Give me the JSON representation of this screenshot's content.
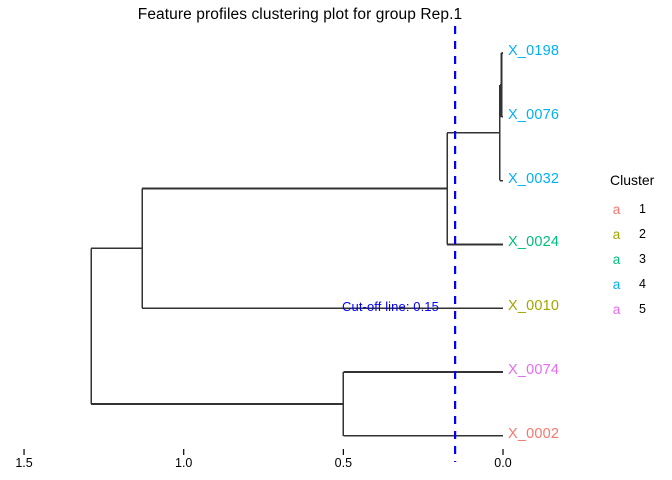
{
  "title": "Feature profiles clustering plot for group Rep.1",
  "cutoff": {
    "label": "Cut-off line: 0.15",
    "value": 0.15,
    "color": "#0000FF"
  },
  "axis": {
    "ticks": [
      "1.5",
      "1.0",
      "0.5",
      "0.0"
    ],
    "tick_values": [
      1.5,
      1.0,
      0.5,
      0.0
    ],
    "min": 0.0,
    "max": 1.5,
    "direction": "reversed"
  },
  "legend": {
    "title": "Cluster",
    "key_glyph": "a",
    "items": [
      {
        "label": "1",
        "color": "#F8766D"
      },
      {
        "label": "2",
        "color": "#A3A500"
      },
      {
        "label": "3",
        "color": "#00BF7D"
      },
      {
        "label": "4",
        "color": "#00B0F6"
      },
      {
        "label": "5",
        "color": "#E76BF3"
      }
    ]
  },
  "chart_data": {
    "type": "dendrogram",
    "title": "Feature profiles clustering plot for group Rep.1",
    "xlabel": "",
    "ylabel": "",
    "xlim": [
      1.5,
      0.0
    ],
    "orientation": "horizontal-right-leaves",
    "grid": false,
    "legend_position": "right",
    "cutoff_height": 0.15,
    "leaves": [
      {
        "label": "X_0198",
        "cluster": 4,
        "color": "#00B0F6",
        "order": 1
      },
      {
        "label": "X_0076",
        "cluster": 4,
        "color": "#00B0F6",
        "order": 2
      },
      {
        "label": "X_0032",
        "cluster": 4,
        "color": "#00B0F6",
        "order": 3
      },
      {
        "label": "X_0024",
        "cluster": 3,
        "color": "#00BF7D",
        "order": 4
      },
      {
        "label": "X_0010",
        "cluster": 2,
        "color": "#A3A500",
        "order": 5
      },
      {
        "label": "X_0074",
        "cluster": 5,
        "color": "#E76BF3",
        "order": 6
      },
      {
        "label": "X_0002",
        "cluster": 1,
        "color": "#F8766D",
        "order": 7
      }
    ],
    "merges": [
      {
        "id": "n1",
        "height": 0.005,
        "children": [
          "X_0198",
          "X_0076"
        ]
      },
      {
        "id": "n2",
        "height": 0.01,
        "children": [
          "n1",
          "X_0032"
        ]
      },
      {
        "id": "n3",
        "height": 0.175,
        "children": [
          "n2",
          "X_0024"
        ]
      },
      {
        "id": "n4",
        "height": 0.5,
        "children": [
          "X_0074",
          "X_0002"
        ]
      },
      {
        "id": "n5",
        "height": 1.13,
        "children": [
          "n3",
          "X_0010"
        ]
      },
      {
        "id": "n6",
        "height": 1.29,
        "children": [
          "n5",
          "n4"
        ]
      }
    ],
    "branch_color": "#333333"
  }
}
